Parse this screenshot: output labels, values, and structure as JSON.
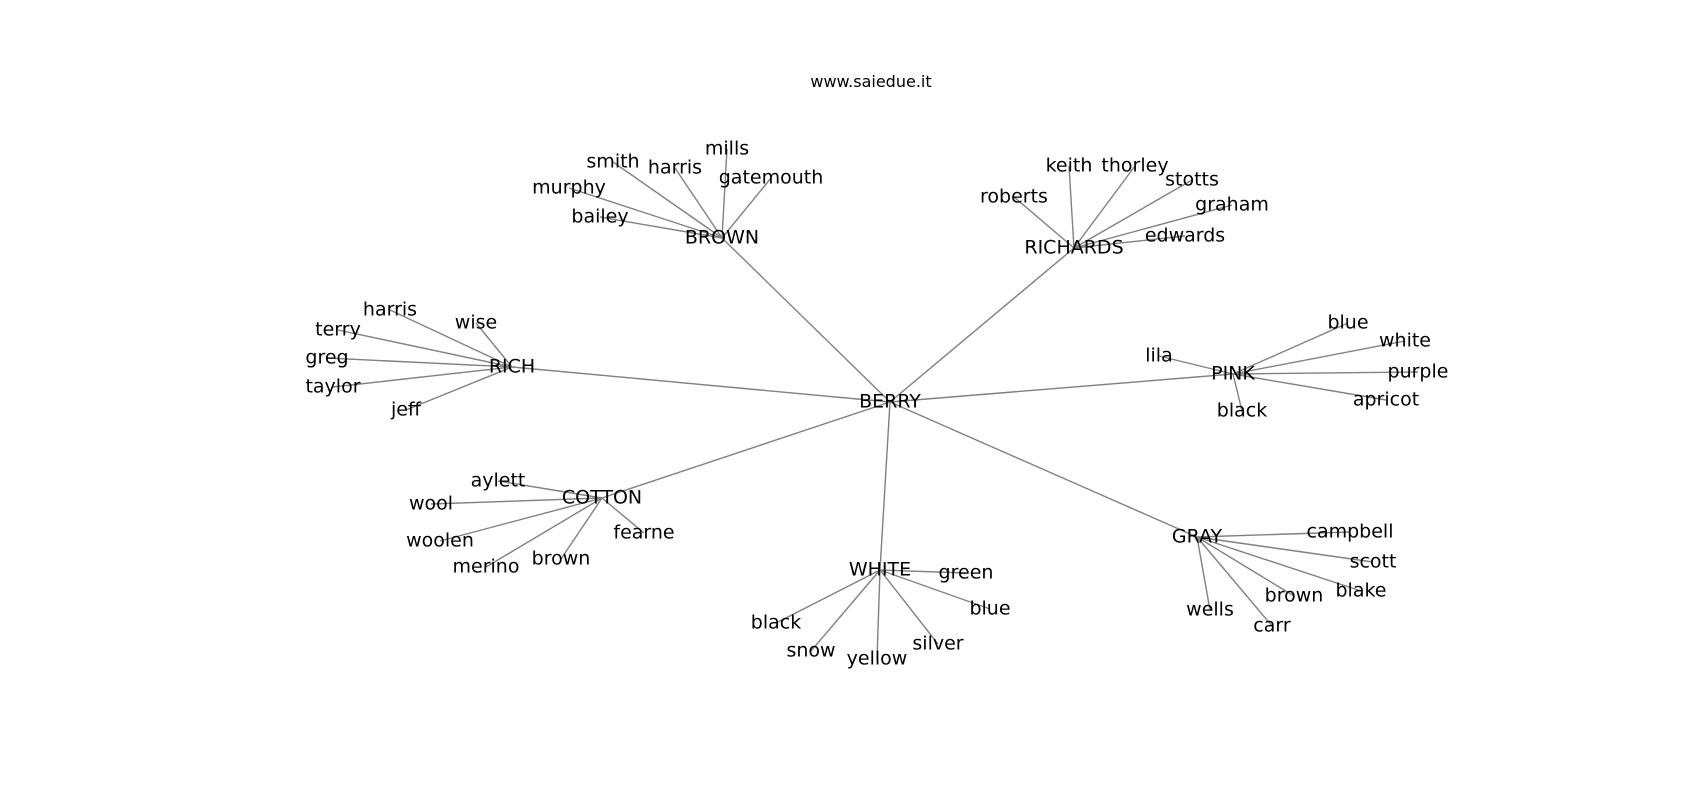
{
  "header": {
    "title": "www.saiedue.it"
  },
  "diagram": {
    "root": "BERRY",
    "groups": [
      {
        "name": "BROWN",
        "members": [
          "smith",
          "mills",
          "harris",
          "gatemouth",
          "murphy",
          "bailey"
        ]
      },
      {
        "name": "RICHARDS",
        "members": [
          "keith",
          "thorley",
          "stotts",
          "roberts",
          "graham",
          "edwards"
        ]
      },
      {
        "name": "RICH",
        "members": [
          "harris",
          "wise",
          "terry",
          "greg",
          "taylor",
          "jeff"
        ]
      },
      {
        "name": "PINK",
        "members": [
          "blue",
          "white",
          "lila",
          "purple",
          "black",
          "apricot"
        ]
      },
      {
        "name": "COTTON",
        "members": [
          "aylett",
          "wool",
          "fearne",
          "woolen",
          "brown",
          "merino"
        ]
      },
      {
        "name": "WHITE",
        "members": [
          "green",
          "blue",
          "black",
          "silver",
          "snow",
          "yellow"
        ]
      },
      {
        "name": "GRAY",
        "members": [
          "campbell",
          "scott",
          "blake",
          "brown",
          "wells",
          "carr"
        ]
      }
    ]
  }
}
